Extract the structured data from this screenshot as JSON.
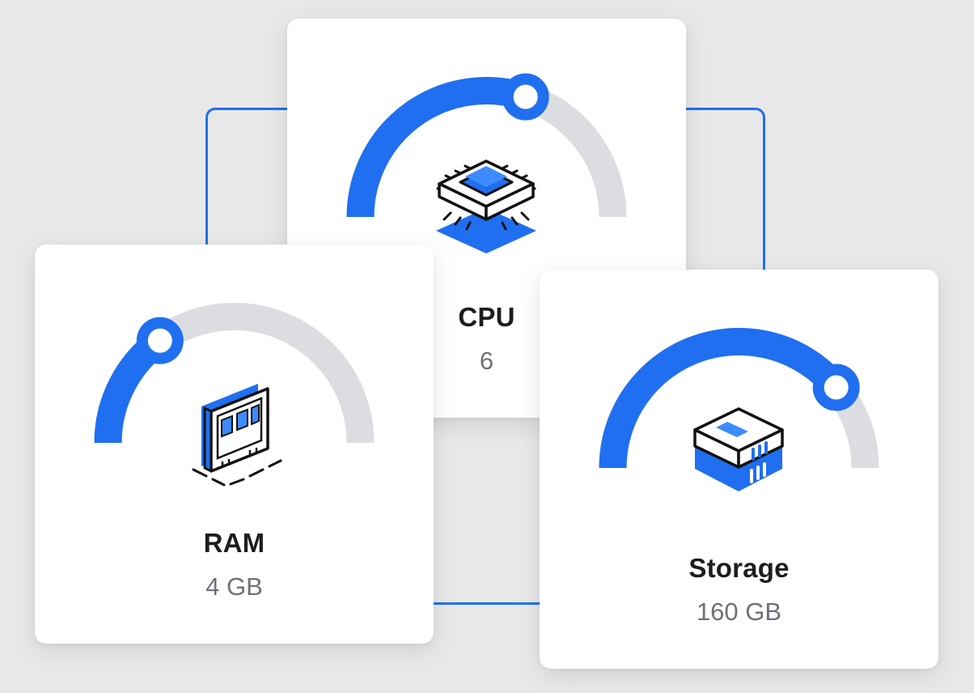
{
  "colors": {
    "accent": "#1f6ff0",
    "track": "#dcdde1",
    "title": "#1d1d1f",
    "value": "#6e7179",
    "background": "#e8e8e9",
    "card": "#ffffff"
  },
  "cards": {
    "cpu": {
      "label": "CPU",
      "value": "6",
      "icon": "cpu-chip-icon",
      "gauge_level": 0.6
    },
    "ram": {
      "label": "RAM",
      "value": "4 GB",
      "icon": "ram-module-icon",
      "gauge_level": 0.3
    },
    "storage": {
      "label": "Storage",
      "value": "160 GB",
      "icon": "storage-drive-icon",
      "gauge_level": 0.78
    }
  }
}
